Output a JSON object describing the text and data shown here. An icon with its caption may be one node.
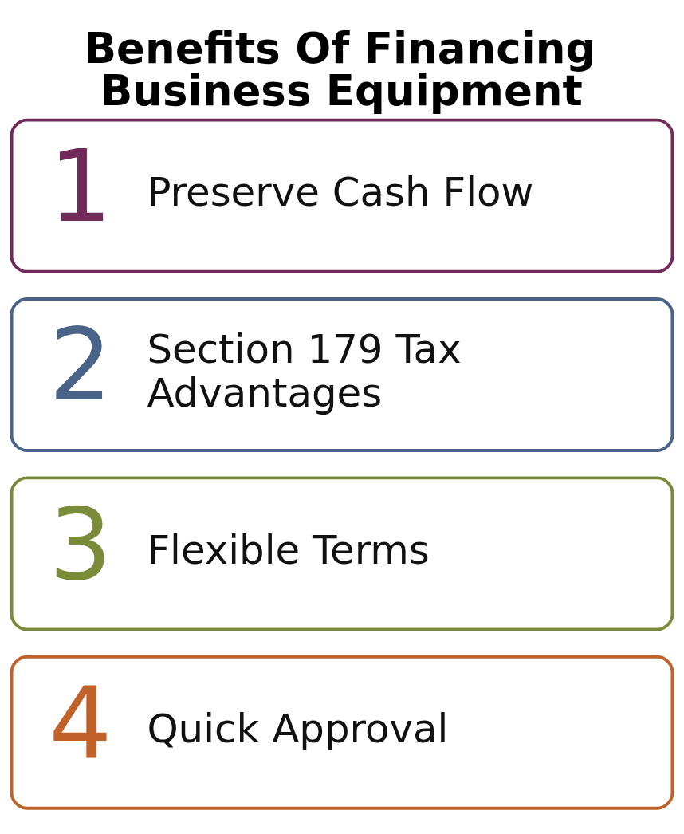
{
  "diagram": {
    "title": "Benefits Of Financing Business Equipment",
    "nodes": [
      {
        "text": [
          "1",
          "Preserve Cash Flow"
        ]
      },
      {
        "text": [
          "2",
          "Section 179 Tax Advantages"
        ]
      },
      {
        "text": [
          "3",
          "Flexible Terms"
        ]
      },
      {
        "text": [
          "4",
          "Quick Approval"
        ]
      }
    ]
  }
}
